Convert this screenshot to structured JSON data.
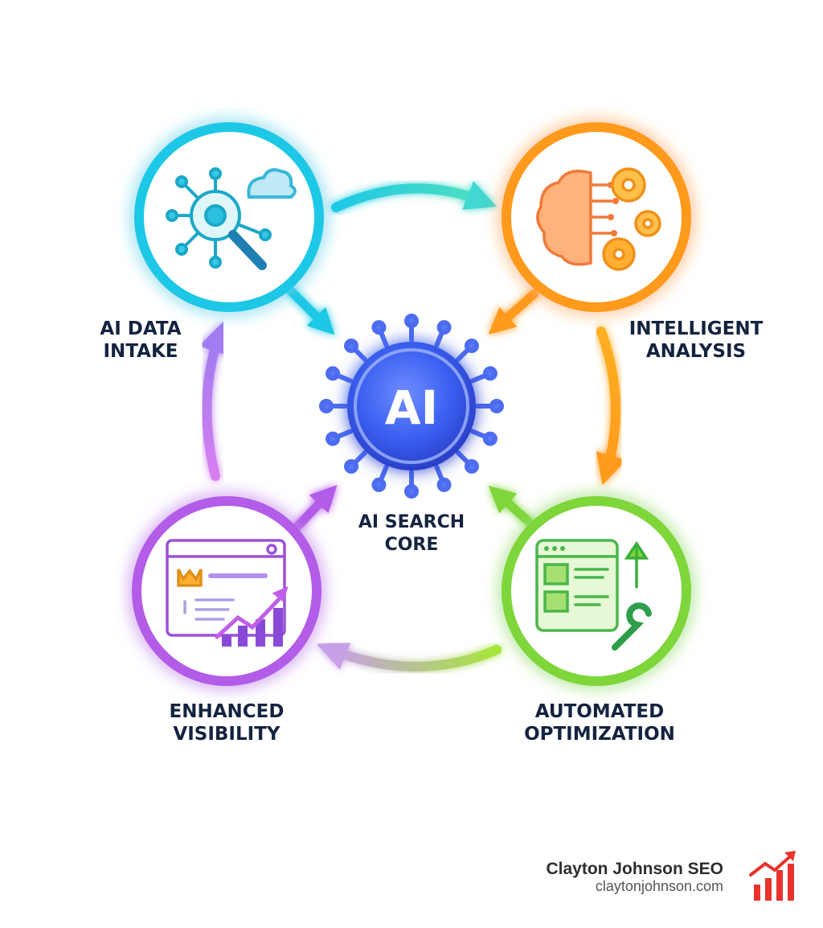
{
  "core": {
    "badge": "AI",
    "label_line1": "AI SEARCH",
    "label_line2": "CORE"
  },
  "steps": [
    {
      "line1": "AI DATA",
      "line2": "INTAKE",
      "icon": "data-network-magnifier-icon",
      "color": "#1ec8e6"
    },
    {
      "line1": "INTELLIGENT",
      "line2": "ANALYSIS",
      "icon": "brain-gears-icon",
      "color": "#ff9a1f"
    },
    {
      "line1": "AUTOMATED",
      "line2": "OPTIMIZATION",
      "icon": "webpage-wrench-icon",
      "color": "#7ed63a"
    },
    {
      "line1": "ENHANCED",
      "line2": "VISIBILITY",
      "icon": "search-ranking-chart-icon",
      "color": "#b25be8"
    }
  ],
  "colors": {
    "core": "#3a5ff0",
    "text": "#14233f",
    "brand_logo": "#e8322b"
  },
  "brand": {
    "name": "Clayton Johnson SEO",
    "url": "claytonjohnson.com",
    "logo_icon": "bar-chart-trend-logo-icon"
  }
}
